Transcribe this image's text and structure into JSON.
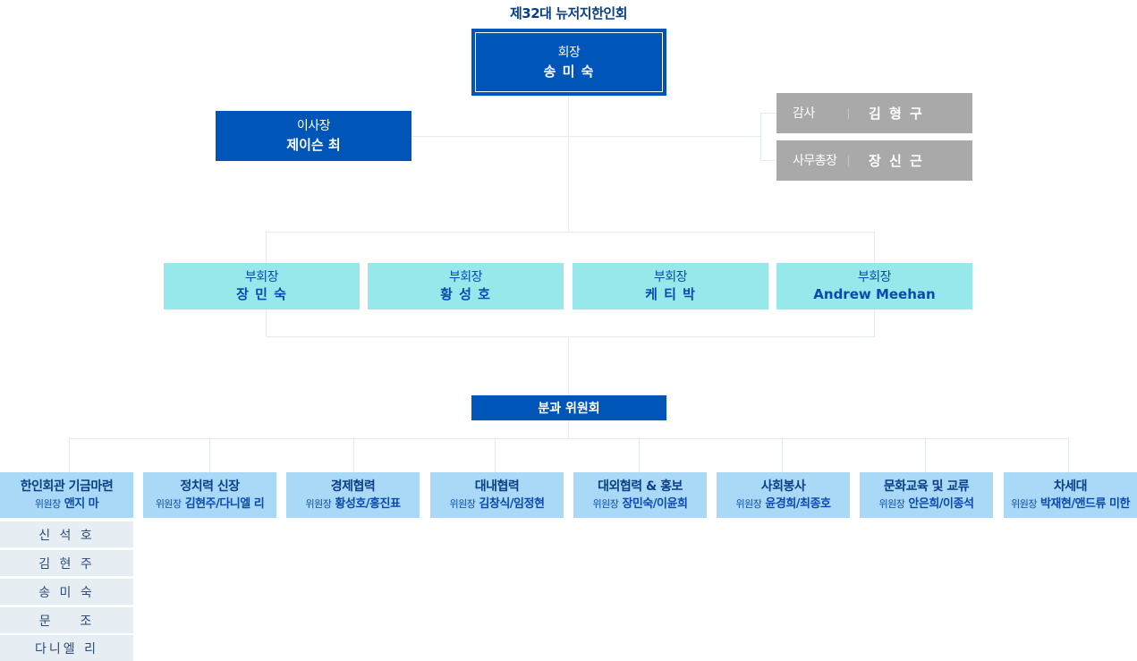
{
  "title": "제32대 뉴저지한인회",
  "president": {
    "role": "회장",
    "name": "송 미 숙"
  },
  "chairman": {
    "role": "이사장",
    "name": "제이슨 최"
  },
  "side_officers": [
    {
      "role": "감사",
      "name": "김 형 구"
    },
    {
      "role": "사무총장",
      "name": "장 신 근"
    }
  ],
  "vice_presidents": [
    {
      "role": "부회장",
      "name": "장 민 숙"
    },
    {
      "role": "부회장",
      "name": "황 성 호"
    },
    {
      "role": "부회장",
      "name": "케 티 박"
    },
    {
      "role": "부회장",
      "name": "Andrew Meehan"
    }
  ],
  "committees_header": "분과 위원회",
  "chair_label": "위원장",
  "committees": [
    {
      "name": "한인회관 기금마련",
      "leaders": "앤지 마"
    },
    {
      "name": "정치력 신장",
      "leaders": "김현주/다니엘 리"
    },
    {
      "name": "경제협력",
      "leaders": "황성호/홍진표"
    },
    {
      "name": "대내협력",
      "leaders": "김창식/임정현"
    },
    {
      "name": "대외협력 & 홍보",
      "leaders": "장민숙/이윤희"
    },
    {
      "name": "사회봉사",
      "leaders": "윤경희/최종호"
    },
    {
      "name": "문화교육 및 교류",
      "leaders": "안은희/이종석"
    },
    {
      "name": "차세대",
      "leaders": "박재현/앤드류 미한"
    }
  ],
  "fund_committee_members": [
    "신 석 호",
    "김 현 주",
    "송 미 숙",
    "문    조",
    "다니엘 리"
  ],
  "colors": {
    "primary_blue": "#0055b8",
    "gray_box": "#a9a9a9",
    "vp_cyan": "#97e8ea",
    "committee_blue": "#a9d9f7",
    "member_gray": "#e6edf3",
    "title_navy": "#0a3f86",
    "connector": "#e3ebf2"
  }
}
